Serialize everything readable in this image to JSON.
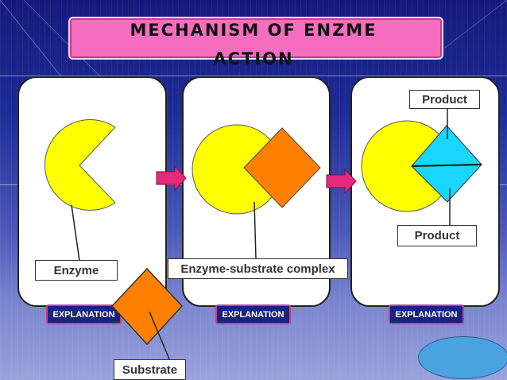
{
  "title": {
    "line1": "MECHANISM OF ENZME",
    "line2": "ACTION"
  },
  "labels": {
    "enzyme": "Enzyme",
    "complex": "Enzyme-substrate complex",
    "substrate": "Substrate",
    "product_top": "Product",
    "product_bottom": "Product"
  },
  "buttons": {
    "explanation_1": "EXPLANATION",
    "explanation_2": "EXPLANATION",
    "explanation_3": "EXPLANATION"
  },
  "colors": {
    "enzyme": "#ffff00",
    "substrate": "#ff8000",
    "product": "#1ad6ff",
    "arrow": "#e8287a",
    "title_bg": "#f46dbf",
    "button_bg": "#1a237e"
  }
}
